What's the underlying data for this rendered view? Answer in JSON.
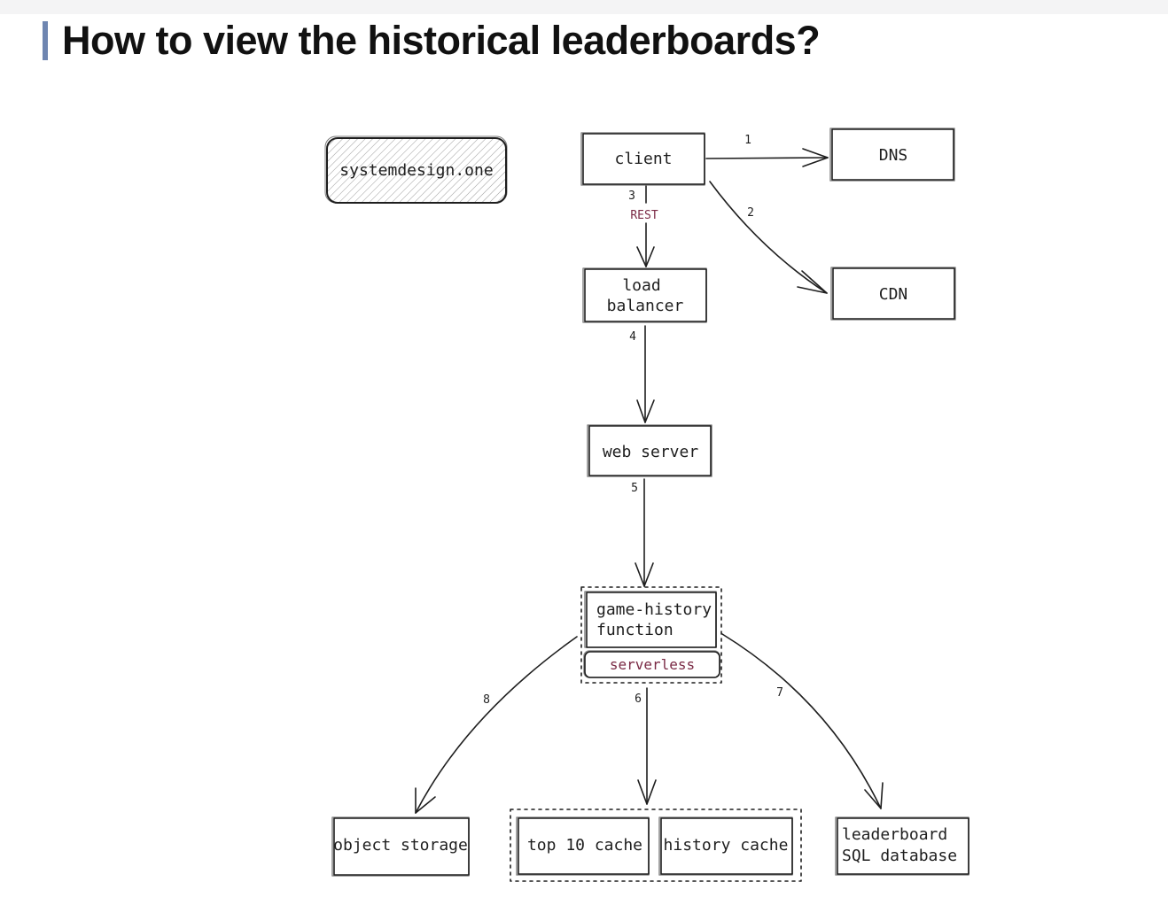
{
  "page": {
    "heading": "How to view the historical leaderboards?",
    "accent_color": "#6f86b1"
  },
  "diagram": {
    "stroke_color": "#1e1e1e",
    "highlight_color": "#7a2a45",
    "watermark": "systemdesign.one",
    "nodes": {
      "client": "client",
      "dns": "DNS",
      "cdn": "CDN",
      "load_balancer": [
        "load",
        "balancer"
      ],
      "web_server": "web server",
      "game_history_function": [
        "game-history",
        "function"
      ],
      "serverless_badge": "serverless",
      "object_storage": "object storage",
      "top10_cache": "top 10 cache",
      "history_cache": "history cache",
      "leaderboard_db": [
        "leaderboard",
        "SQL database"
      ]
    },
    "edges": [
      {
        "from": "client",
        "to": "DNS",
        "label": "1"
      },
      {
        "from": "client",
        "to": "CDN",
        "label": "2"
      },
      {
        "from": "client",
        "to": "load balancer",
        "label": "3",
        "sublabel": "REST"
      },
      {
        "from": "load balancer",
        "to": "web server",
        "label": "4"
      },
      {
        "from": "web server",
        "to": "game-history function",
        "label": "5"
      },
      {
        "from": "game-history function",
        "to": "top 10 cache",
        "label": "6"
      },
      {
        "from": "game-history function",
        "to": "leaderboard SQL database",
        "label": "7"
      },
      {
        "from": "game-history function",
        "to": "object storage",
        "label": "8"
      }
    ]
  }
}
